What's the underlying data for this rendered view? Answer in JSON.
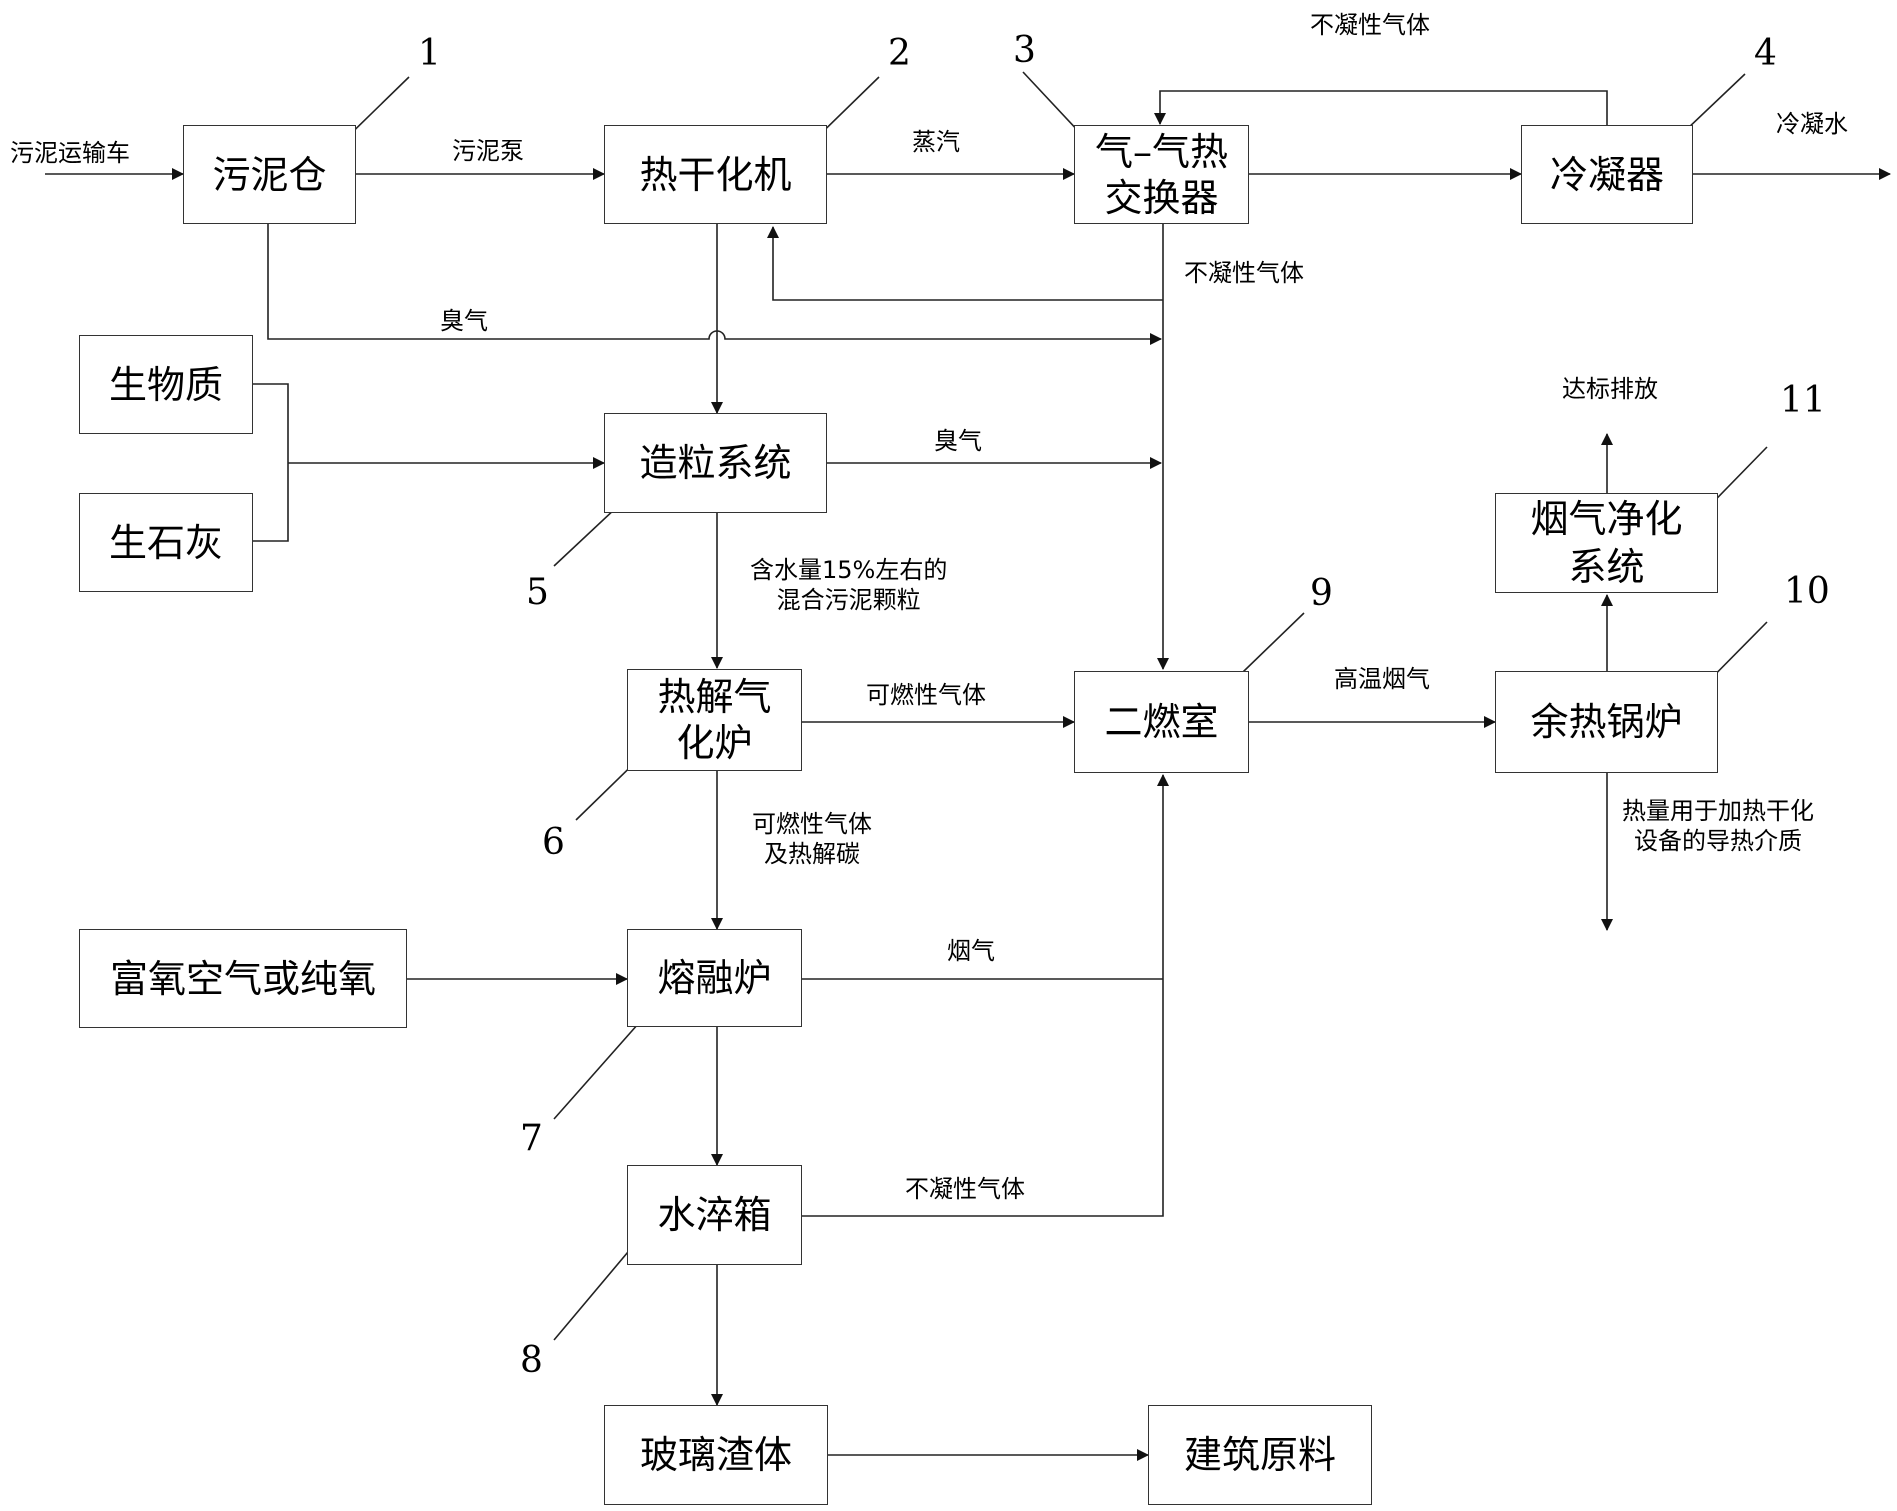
{
  "boxes": {
    "sludge_bin": "污泥仓",
    "dryer": "热干化机",
    "heat_exchanger": "气–气热\n交换器",
    "condenser": "冷凝器",
    "biomass": "生物质",
    "quicklime": "生石灰",
    "granulation": "造粒系统",
    "pyrolysis": "热解气\n化炉",
    "secondary_chamber": "二燃室",
    "waste_heat_boiler": "余热锅炉",
    "flue_gas_cleaning": "烟气净化\n系统",
    "oxygen_supply": "富氧空气或纯氧",
    "melting_furnace": "熔融炉",
    "quench_tank": "水淬箱",
    "glass_slag": "玻璃渣体",
    "building_material": "建筑原料"
  },
  "labels": {
    "sludge_truck": "污泥运输车",
    "sludge_pump": "污泥泵",
    "steam": "蒸汽",
    "noncondensable_top": "不凝性气体",
    "condensate": "冷凝水",
    "noncondensable_mid": "不凝性气体",
    "odor_1": "臭气",
    "odor_2": "臭气",
    "discharge": "达标排放",
    "mixed_granules": "含水量15%左右的\n混合污泥颗粒",
    "combustible_gas": "可燃性气体",
    "high_temp_flue": "高温烟气",
    "heat_use": "热量用于加热干化\n设备的导热介质",
    "combustible_char": "可燃性气体\n及热解碳",
    "flue_gas": "烟气",
    "noncondensable_bottom": "不凝性气体"
  },
  "numbers": {
    "n1": "1",
    "n2": "2",
    "n3": "3",
    "n4": "4",
    "n5": "5",
    "n6": "6",
    "n7": "7",
    "n8": "8",
    "n9": "9",
    "n10": "10",
    "n11": "11"
  }
}
